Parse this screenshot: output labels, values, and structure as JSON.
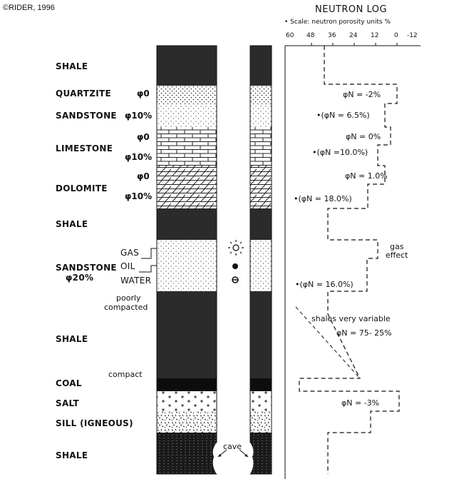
{
  "copyright": "©RIDER, 1996",
  "log": {
    "title": "NEUTRON LOG",
    "scale_note": "• Scale: neutron porosity  units %",
    "scale_ticks": [
      "60",
      "48",
      "36",
      "24",
      "12",
      "0",
      "-12"
    ]
  },
  "lithologies": {
    "shale1": "SHALE",
    "quartzite": "QUARTZITE",
    "sandstone": "SANDSTONE",
    "limestone": "LIMESTONE",
    "dolomite": "DOLOMITE",
    "shale2": "SHALE",
    "sandstone2": "SANDSTONE",
    "sandstone2_phi": "φ20%",
    "shale3": "SHALE",
    "coal": "COAL",
    "salt": "SALT",
    "sill": "SILL (IGNEOUS)",
    "shale4": "SHALE"
  },
  "porosity_labels": {
    "quartzite": "φ0",
    "sandstone": "φ10%",
    "limestone_a": "φ0",
    "limestone_b": "φ10%",
    "dolomite_a": "φ0",
    "dolomite_b": "φ10%"
  },
  "fluids": {
    "gas": "GAS",
    "oil": "OIL",
    "water": "WATER"
  },
  "compaction": {
    "poorly": "poorly",
    "compacted": "compacted",
    "compact": "compact"
  },
  "cave_label": "cave",
  "log_annotations": {
    "quartzite": "φN = -2%",
    "sandstone": "•(φN = 6.5%)",
    "limestone_a": "φN =  0%",
    "limestone_b": "•(φN =10.0%)",
    "dolomite_a": "φN =  1.0%",
    "dolomite_b": "•(φN = 18.0%)",
    "gas1": "gas",
    "gas2": "effect",
    "sandstone_water": "•(φN = 16.0%)",
    "shales1": "shales very variable",
    "shales2": "φN = 75- 25%",
    "salt": "φN = -3%"
  }
}
